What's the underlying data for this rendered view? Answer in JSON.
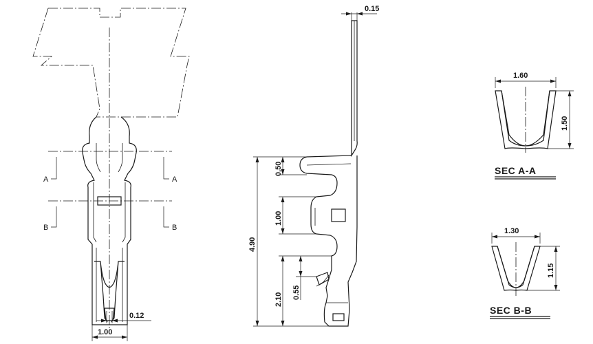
{
  "front_view": {
    "dim_width": "1.00",
    "dim_tip": "0.12",
    "cut_a": "A",
    "cut_b": "B"
  },
  "side_view": {
    "dim_thickness": "0.15",
    "dim_total": "4.90",
    "dim_upper_tab": "0.50",
    "dim_middle": "1.00",
    "dim_lower": "2.10",
    "dim_lance": "0.55"
  },
  "section_a": {
    "title": "SEC  A-A",
    "dim_width": "1.60",
    "dim_height": "1.50"
  },
  "section_b": {
    "title": "SEC  B-B",
    "dim_width": "1.30",
    "dim_height": "1.15"
  }
}
